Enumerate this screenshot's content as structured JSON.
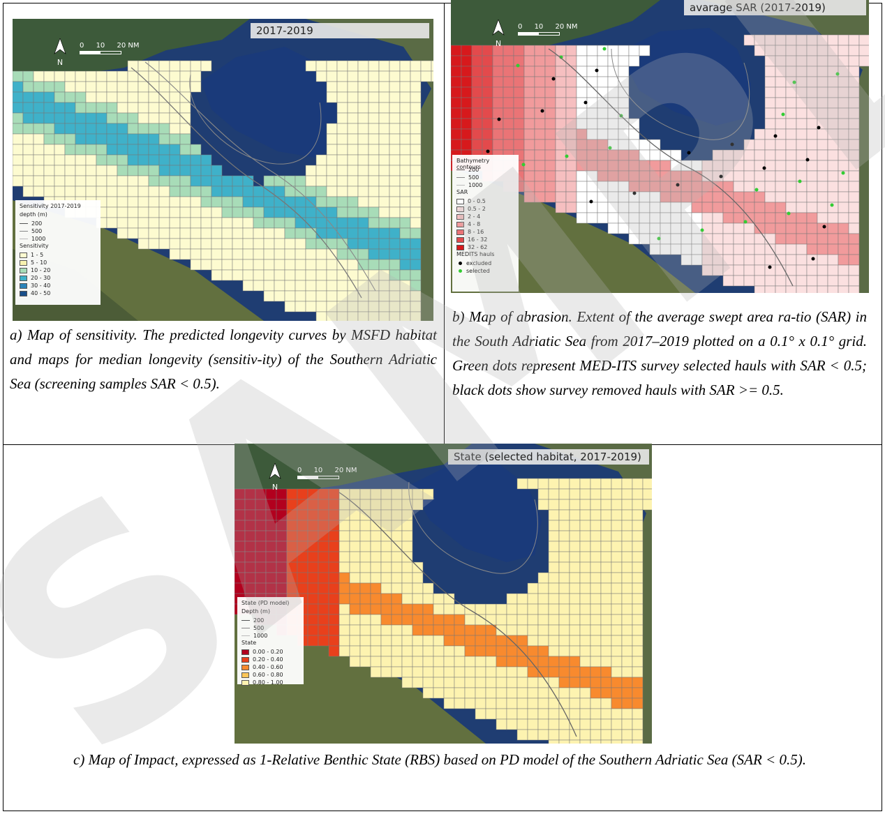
{
  "panel_a": {
    "title": "2017-2019",
    "scale_labels": [
      "0",
      "10",
      "20 NM"
    ],
    "north": "N",
    "legend": {
      "title": "Sensitivity 2017-2019",
      "depth_heading": "depth (m)",
      "depth": [
        "200",
        "500",
        "1000"
      ],
      "class_heading": "Sensitivity",
      "classes": [
        {
          "label": "1 - 5",
          "color": "#fdfbd0"
        },
        {
          "label": "5 - 10",
          "color": "#f8f2b0"
        },
        {
          "label": "10 - 20",
          "color": "#a8dcb8"
        },
        {
          "label": "20 - 30",
          "color": "#3fb1c9"
        },
        {
          "label": "30 - 40",
          "color": "#2a83b9"
        },
        {
          "label": "40 - 50",
          "color": "#1a4f8a"
        }
      ]
    },
    "caption": "a) Map of sensitivity. The predicted longevity curves by MSFD habitat and maps for median longevity (sensitiv-ity) of the Southern Adriatic Sea (screening samples SAR < 0.5)."
  },
  "panel_b": {
    "title": "avarage SAR (2017-2019)",
    "scale_labels": [
      "0",
      "10",
      "20 NM"
    ],
    "north": "N",
    "legend": {
      "bathy_heading": "Bathymetry contours",
      "bathy": [
        "200",
        "500",
        "1000"
      ],
      "sar_heading": "SAR",
      "classes": [
        {
          "label": "0 - 0.5",
          "color": "#ffffff"
        },
        {
          "label": "0.5 - 2",
          "color": "#fbe0e0"
        },
        {
          "label": "2 - 4",
          "color": "#f6bfc0"
        },
        {
          "label": "4 - 8",
          "color": "#f19b9c"
        },
        {
          "label": "8 - 16",
          "color": "#ea7476"
        },
        {
          "label": "16 - 32",
          "color": "#e34a4c"
        },
        {
          "label": "32 - 62",
          "color": "#d7191c"
        }
      ],
      "hauls_heading": "MEDITS hauls",
      "hauls": [
        {
          "label": "excluded",
          "color": "#000000"
        },
        {
          "label": "selected",
          "color": "#33cc33"
        }
      ]
    },
    "caption": "b) Map of abrasion. Extent of the average swept area ra-tio (SAR) in the South Adriatic Sea from 2017–2019 plotted on a 0.1° x 0.1° grid. Green dots represent MED-ITS survey selected hauls with SAR < 0.5; black dots show survey removed hauls with SAR >= 0.5."
  },
  "panel_c": {
    "title": "State (selected habitat, 2017-2019)",
    "scale_labels": [
      "0",
      "10",
      "20 NM"
    ],
    "north": "N",
    "legend": {
      "title": "State (PD model)",
      "depth_heading": "Depth (m)",
      "depth": [
        "200",
        "500",
        "1000"
      ],
      "class_heading": "State",
      "classes": [
        {
          "label": "0.00 - 0.20",
          "color": "#b2001e"
        },
        {
          "label": "0.20 - 0.40",
          "color": "#e8401c"
        },
        {
          "label": "0.40 - 0.60",
          "color": "#f88a2e"
        },
        {
          "label": "0.60 - 0.80",
          "color": "#fcc65a"
        },
        {
          "label": "0.80 - 1.00",
          "color": "#fdf3b0"
        }
      ]
    },
    "caption": "c) Map of Impact, expressed as 1-Relative Benthic State (RBS) based on PD model of the Southern Adriatic Sea (SAR < 0.5)."
  },
  "watermark": "SAMPLE"
}
